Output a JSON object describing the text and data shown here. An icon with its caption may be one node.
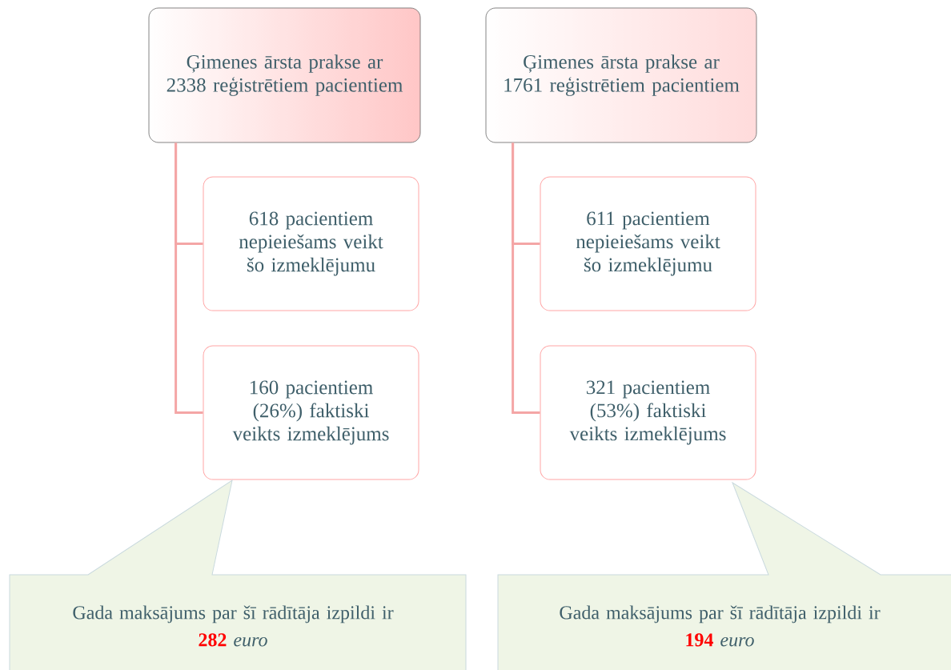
{
  "diagram": {
    "nodes": [
      {
        "text": [
          "Ģimenes ārsta prakse ar 2338 reģistrētiem pacientiem"
        ]
      },
      {
        "text": [
          "618 pacientiem nepieiešams veikt šo izmeklējumu"
        ]
      },
      {
        "text": [
          "160 pacientiem (26%)  faktiski veikts izmeklējums"
        ]
      },
      {
        "text": [
          "Ģimenes ārsta prakse ar 1761 reģistrētiem pacientiem"
        ]
      },
      {
        "text": [
          "611 pacientiem nepieiešams veikt šo izmeklējumu"
        ]
      },
      {
        "text": [
          "321 pacientiem (53%)  faktiski veikts izmeklējums"
        ]
      },
      {
        "text": [
          "Gada maksājums par šī rādītāja izpildi ir",
          "282",
          "euro"
        ]
      },
      {
        "text": [
          "Gada maksājums par šī rādītāja izpildi ir",
          "194",
          "euro"
        ]
      }
    ],
    "edges": [
      {
        "from": 0,
        "to": 1,
        "arrow": "none"
      },
      {
        "from": 0,
        "to": 2,
        "arrow": "none"
      },
      {
        "from": 3,
        "to": 4,
        "arrow": "none"
      },
      {
        "from": 3,
        "to": 5,
        "arrow": "none"
      }
    ]
  }
}
